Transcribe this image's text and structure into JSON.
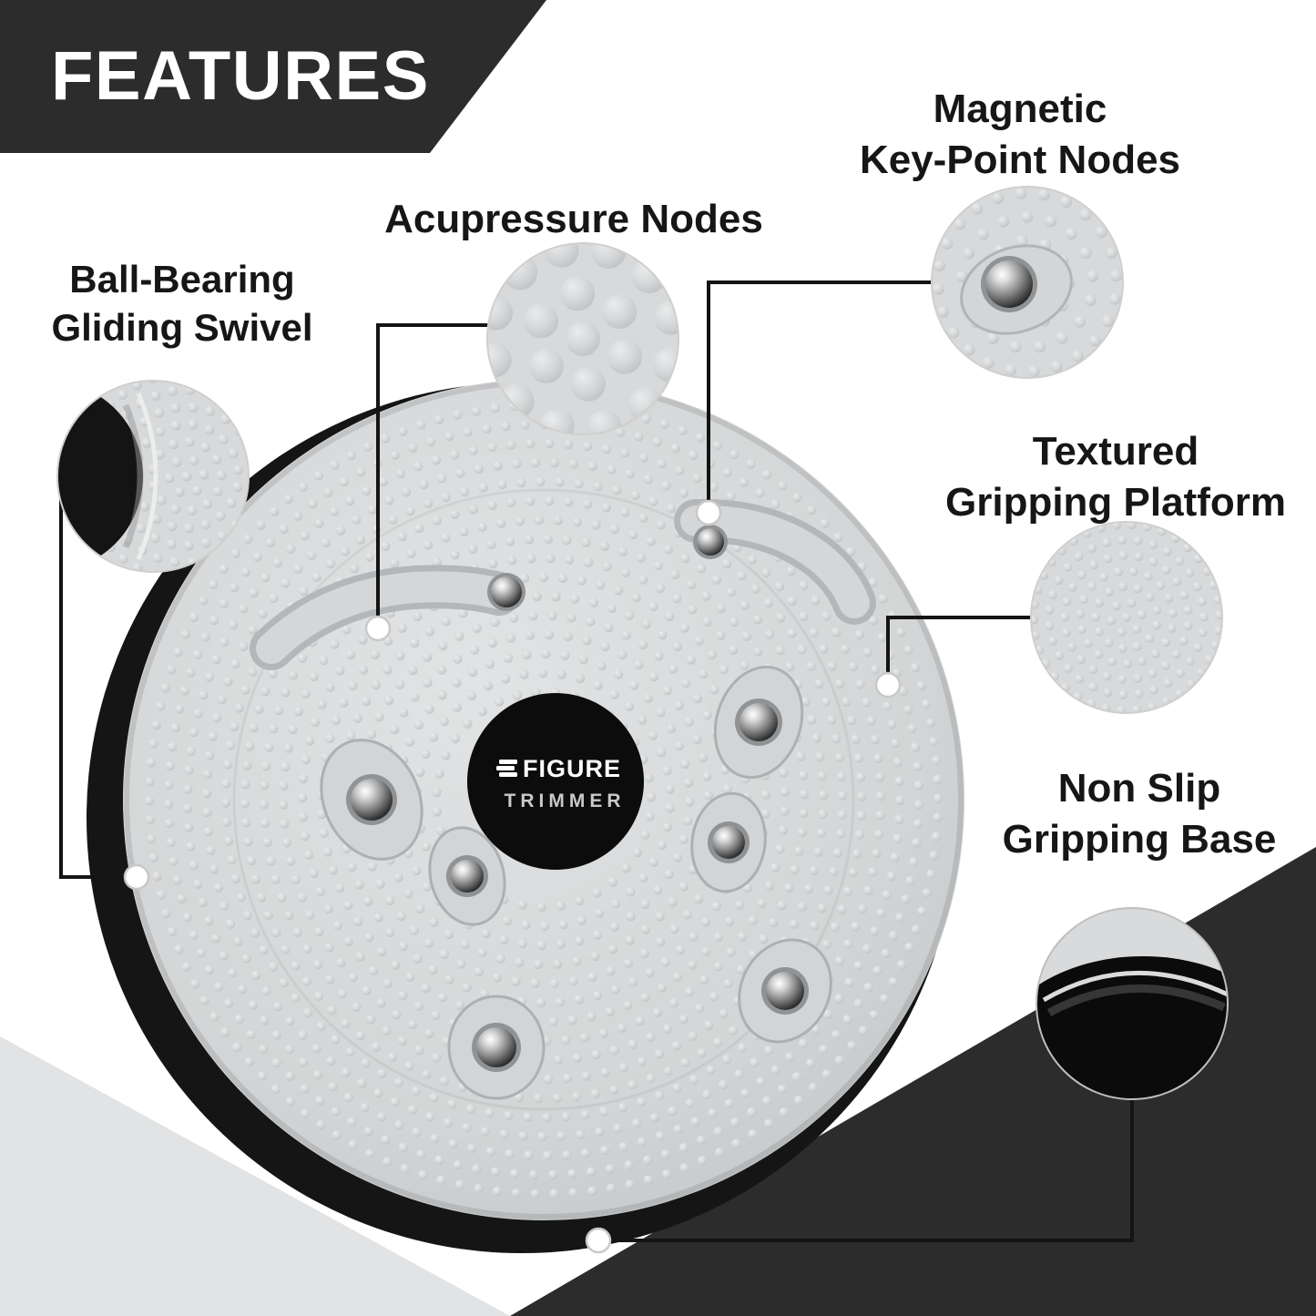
{
  "header": {
    "title": "FEATURES"
  },
  "logo": {
    "line1": "FIGURE",
    "line2": "TRIMMER"
  },
  "callouts": {
    "ball": {
      "line1": "Ball-Bearing",
      "line2": "Gliding Swivel"
    },
    "acupressure": {
      "line1": "Acupressure Nodes"
    },
    "magnetic": {
      "line1": "Magnetic",
      "line2": "Key-Point Nodes"
    },
    "textured": {
      "line1": "Textured",
      "line2": "Gripping Platform"
    },
    "nonslip": {
      "line1": "Non Slip",
      "line2": "Gripping Base"
    }
  },
  "colors": {
    "panel_dark": "#2d2c2c",
    "disc_gray": "#d5d7d8",
    "base_black": "#151515",
    "label_text": "#161616",
    "highlight_white": "#ffffff"
  }
}
